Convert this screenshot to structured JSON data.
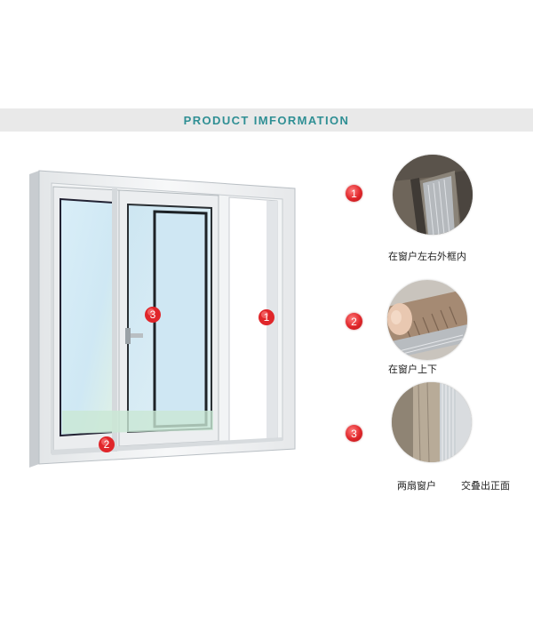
{
  "banner": {
    "title": "PRODUCT IMFORMATION"
  },
  "colors": {
    "accent": "#2f8f94",
    "marker_red": "#e0262a",
    "banner_bg": "#e9e9e9"
  },
  "window_markers": [
    "1",
    "2",
    "3"
  ],
  "details": [
    {
      "marker": "1",
      "caption": "在窗户左右外框内",
      "icon": "brush-seal-frame-photo"
    },
    {
      "marker": "2",
      "caption": "在窗户上下",
      "icon": "brush-seal-fingers-photo"
    },
    {
      "marker": "3",
      "caption_left": "两扇窗户",
      "caption_right": "交叠出正面",
      "icon": "brush-seal-overlap-photo"
    }
  ]
}
